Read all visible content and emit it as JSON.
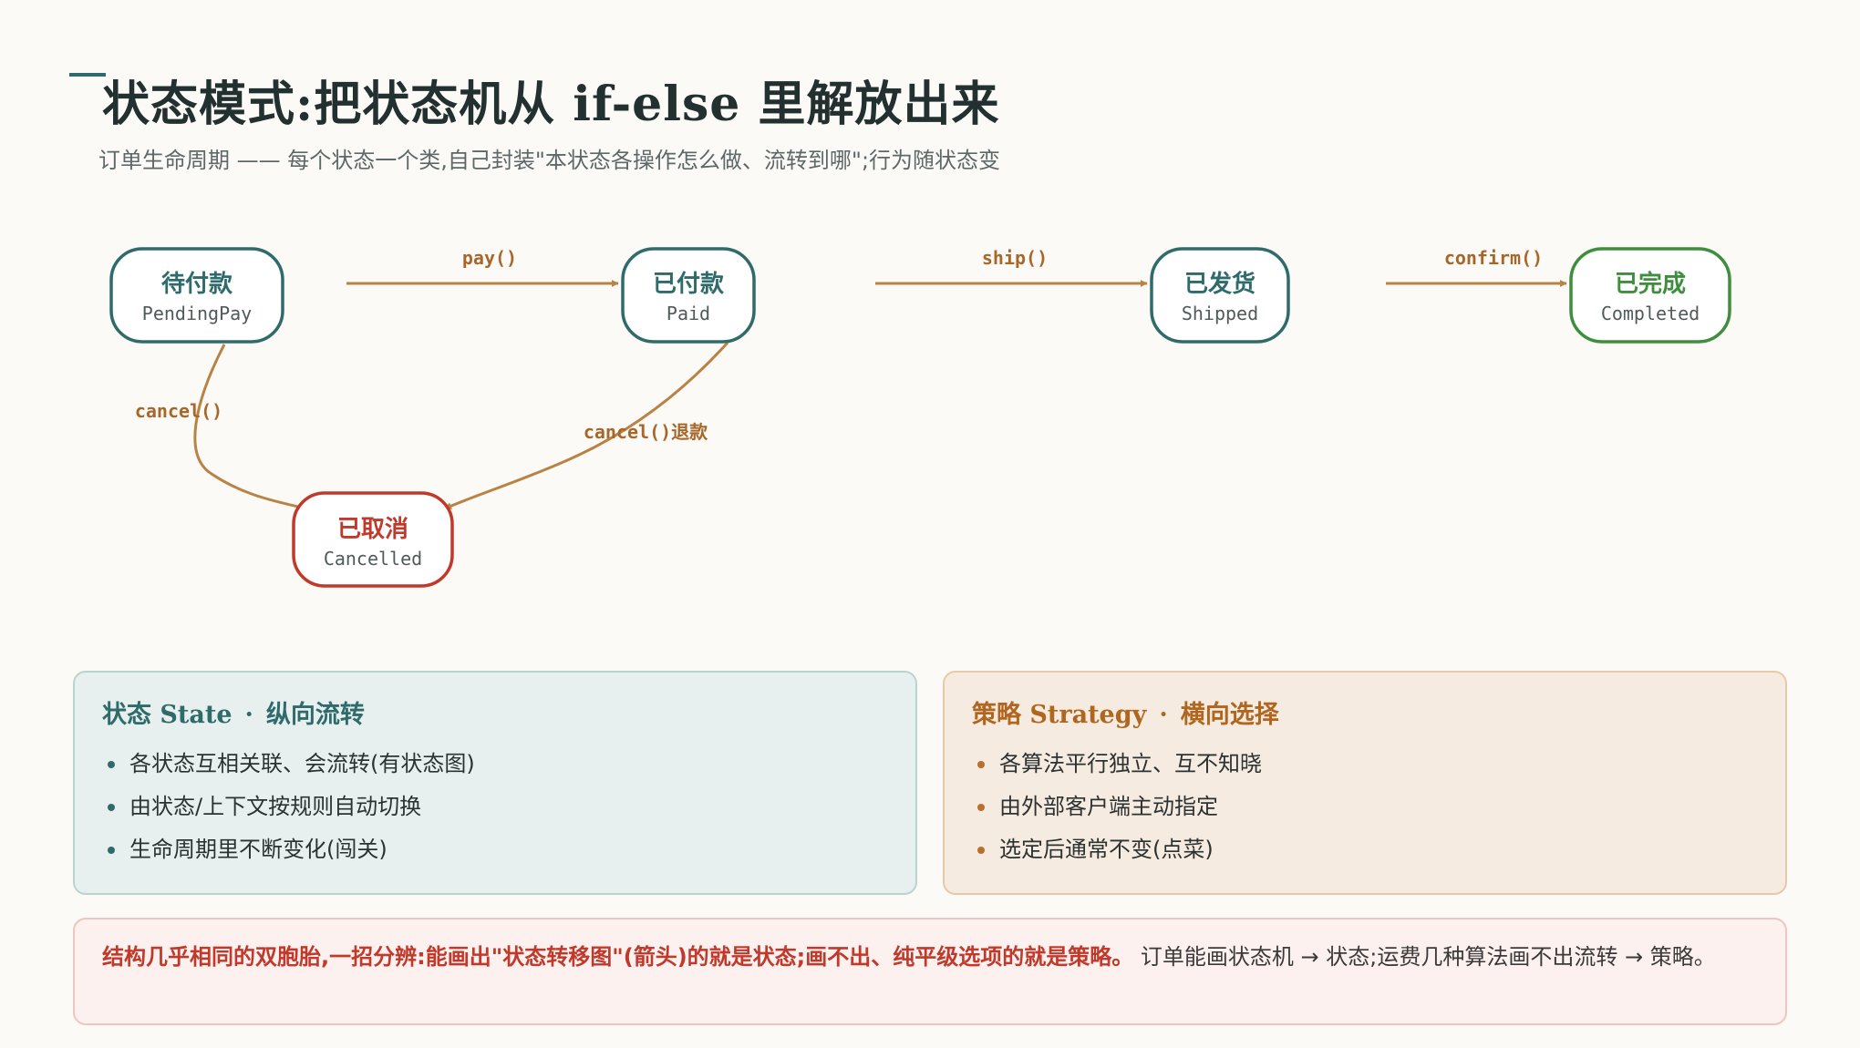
{
  "header": {
    "title": "状态模式:把状态机从 if-else 里解放出来",
    "subtitle": "订单生命周期 —— 每个状态一个类,自己封装\"本状态各操作怎么做、流转到哪\";行为随状态变"
  },
  "diagram": {
    "nodes": [
      {
        "id": "pending",
        "title": "待付款",
        "sub": "PendingPay",
        "color": "#2f6b6b"
      },
      {
        "id": "paid",
        "title": "已付款",
        "sub": "Paid",
        "color": "#2f6b6b"
      },
      {
        "id": "shipped",
        "title": "已发货",
        "sub": "Shipped",
        "color": "#2f6b6b"
      },
      {
        "id": "completed",
        "title": "已完成",
        "sub": "Completed",
        "color": "#3e8e3e"
      },
      {
        "id": "cancelled",
        "title": "已取消",
        "sub": "Cancelled",
        "color": "#c0392b"
      }
    ],
    "edges": [
      {
        "from": "pending",
        "to": "paid",
        "label": "pay()"
      },
      {
        "from": "paid",
        "to": "shipped",
        "label": "ship()"
      },
      {
        "from": "shipped",
        "to": "completed",
        "label": "confirm()"
      },
      {
        "from": "pending",
        "to": "cancelled",
        "label": "cancel()"
      },
      {
        "from": "paid",
        "to": "cancelled",
        "label": "cancel()退款"
      }
    ],
    "edge_color": "#b98346"
  },
  "cards": {
    "state": {
      "name": "状态 State",
      "dot": "·",
      "tag": "纵向流转",
      "items": [
        "各状态互相关联、会流转(有状态图)",
        "由状态/上下文按规则自动切换",
        "生命周期里不断变化(闯关)"
      ]
    },
    "strategy": {
      "name": "策略 Strategy",
      "dot": "·",
      "tag": "横向选择",
      "items": [
        "各算法平行独立、互不知晓",
        "由外部客户端主动指定",
        "选定后通常不变(点菜)"
      ]
    }
  },
  "note": {
    "strong": "结构几乎相同的双胞胎,一招分辨:能画出\"状态转移图\"(箭头)的就是状态;画不出、纯平级选项的就是策略。",
    "normal": " 订单能画状态机 → 状态;运费几种算法画不出流转 → 策略。"
  }
}
